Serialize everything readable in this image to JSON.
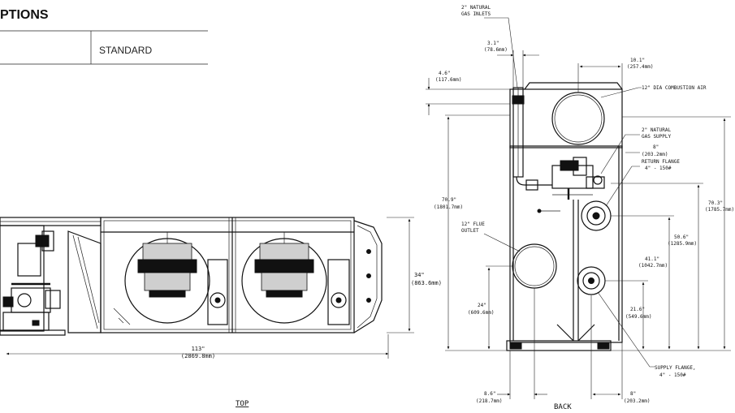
{
  "options_table": {
    "heading": "PTIONS",
    "cell": "STANDARD"
  },
  "top_view": {
    "view_label": "TOP",
    "width_dim": [
      "113\"",
      "(2869.8mm)"
    ],
    "depth_dim": [
      "34\"",
      "(863.6mm)"
    ]
  },
  "back_view": {
    "view_label": "BACK",
    "gas_inlets": [
      "2\" NATURAL",
      "GAS INLETS"
    ],
    "dim_3_1": [
      "3.1\"",
      "(78.6mm)"
    ],
    "dim_4_6": [
      "4.6\"",
      "(117.6mm)"
    ],
    "dim_10_1": [
      "10.1\"",
      "(257.4mm)"
    ],
    "combustion_air": "12\" DIA COMBUSTION AIR",
    "gas_supply": [
      "2\" NATURAL",
      "GAS SUPPLY"
    ],
    "dim_8_top": [
      "8\"",
      "(203.2mm)"
    ],
    "return_flange": [
      "RETURN FLANGE",
      "4\" - 150#"
    ],
    "dim_70_9": [
      "70.9\"",
      "(1801.7mm)"
    ],
    "dim_70_3": [
      "70.3\"",
      "(1785.7mm)"
    ],
    "flue_outlet": [
      "12\" FLUE",
      "OUTLET"
    ],
    "dim_50_6": [
      "50.6\"",
      "(1285.9mm)"
    ],
    "dim_41_1": [
      "41.1\"",
      "(1042.7mm)"
    ],
    "dim_24": [
      "24\"",
      "(609.6mm)"
    ],
    "dim_21_6": [
      "21.6\"",
      "(549.6mm)"
    ],
    "supply_flange": [
      "SUPPLY FLANGE,",
      "4\" - 150#"
    ],
    "dim_8_6": [
      "8.6\"",
      "(218.7mm)"
    ],
    "dim_8_bottom": [
      "8\"",
      "(203.2mm)"
    ]
  }
}
